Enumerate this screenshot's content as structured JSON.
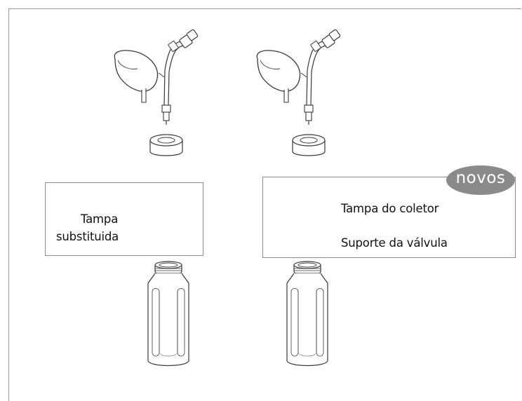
{
  "left_panel": {
    "label_line1": "Tampa",
    "label_line2": "substituida"
  },
  "right_panel": {
    "badge": "novos",
    "label_top": "Tampa do coletor",
    "label_bottom": "Suporte da válvula"
  },
  "colors": {
    "arrow": "#a6a6a6",
    "badge": "#8a8a8a",
    "line": "#3a3a3a"
  }
}
